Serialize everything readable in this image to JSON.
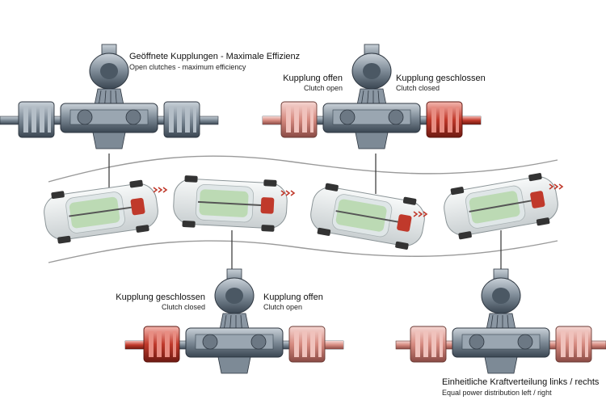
{
  "panels": {
    "top_left": {
      "title_de": "Geöffnete Kupplungen - Maximale Effizienz",
      "title_en": "Open clutches - maximum efficiency"
    },
    "top_right": {
      "left_de": "Kupplung offen",
      "left_en": "Clutch open",
      "right_de": "Kupplung geschlossen",
      "right_en": "Clutch closed"
    },
    "bottom_left": {
      "left_de": "Kupplung geschlossen",
      "left_en": "Clutch closed",
      "right_de": "Kupplung offen",
      "right_en": "Clutch open"
    },
    "bottom_right": {
      "title_de": "Einheitliche Kraftverteilung links / rechts",
      "title_en": "Equal power distribution left / right"
    }
  },
  "colors": {
    "metal": "#7d8a96",
    "metal_dark": "#3a4652",
    "clutch_red": "#c0392b",
    "car_body": "#e8ecec",
    "car_green": "#9fd08a",
    "road_line": "#9a9a9a"
  }
}
